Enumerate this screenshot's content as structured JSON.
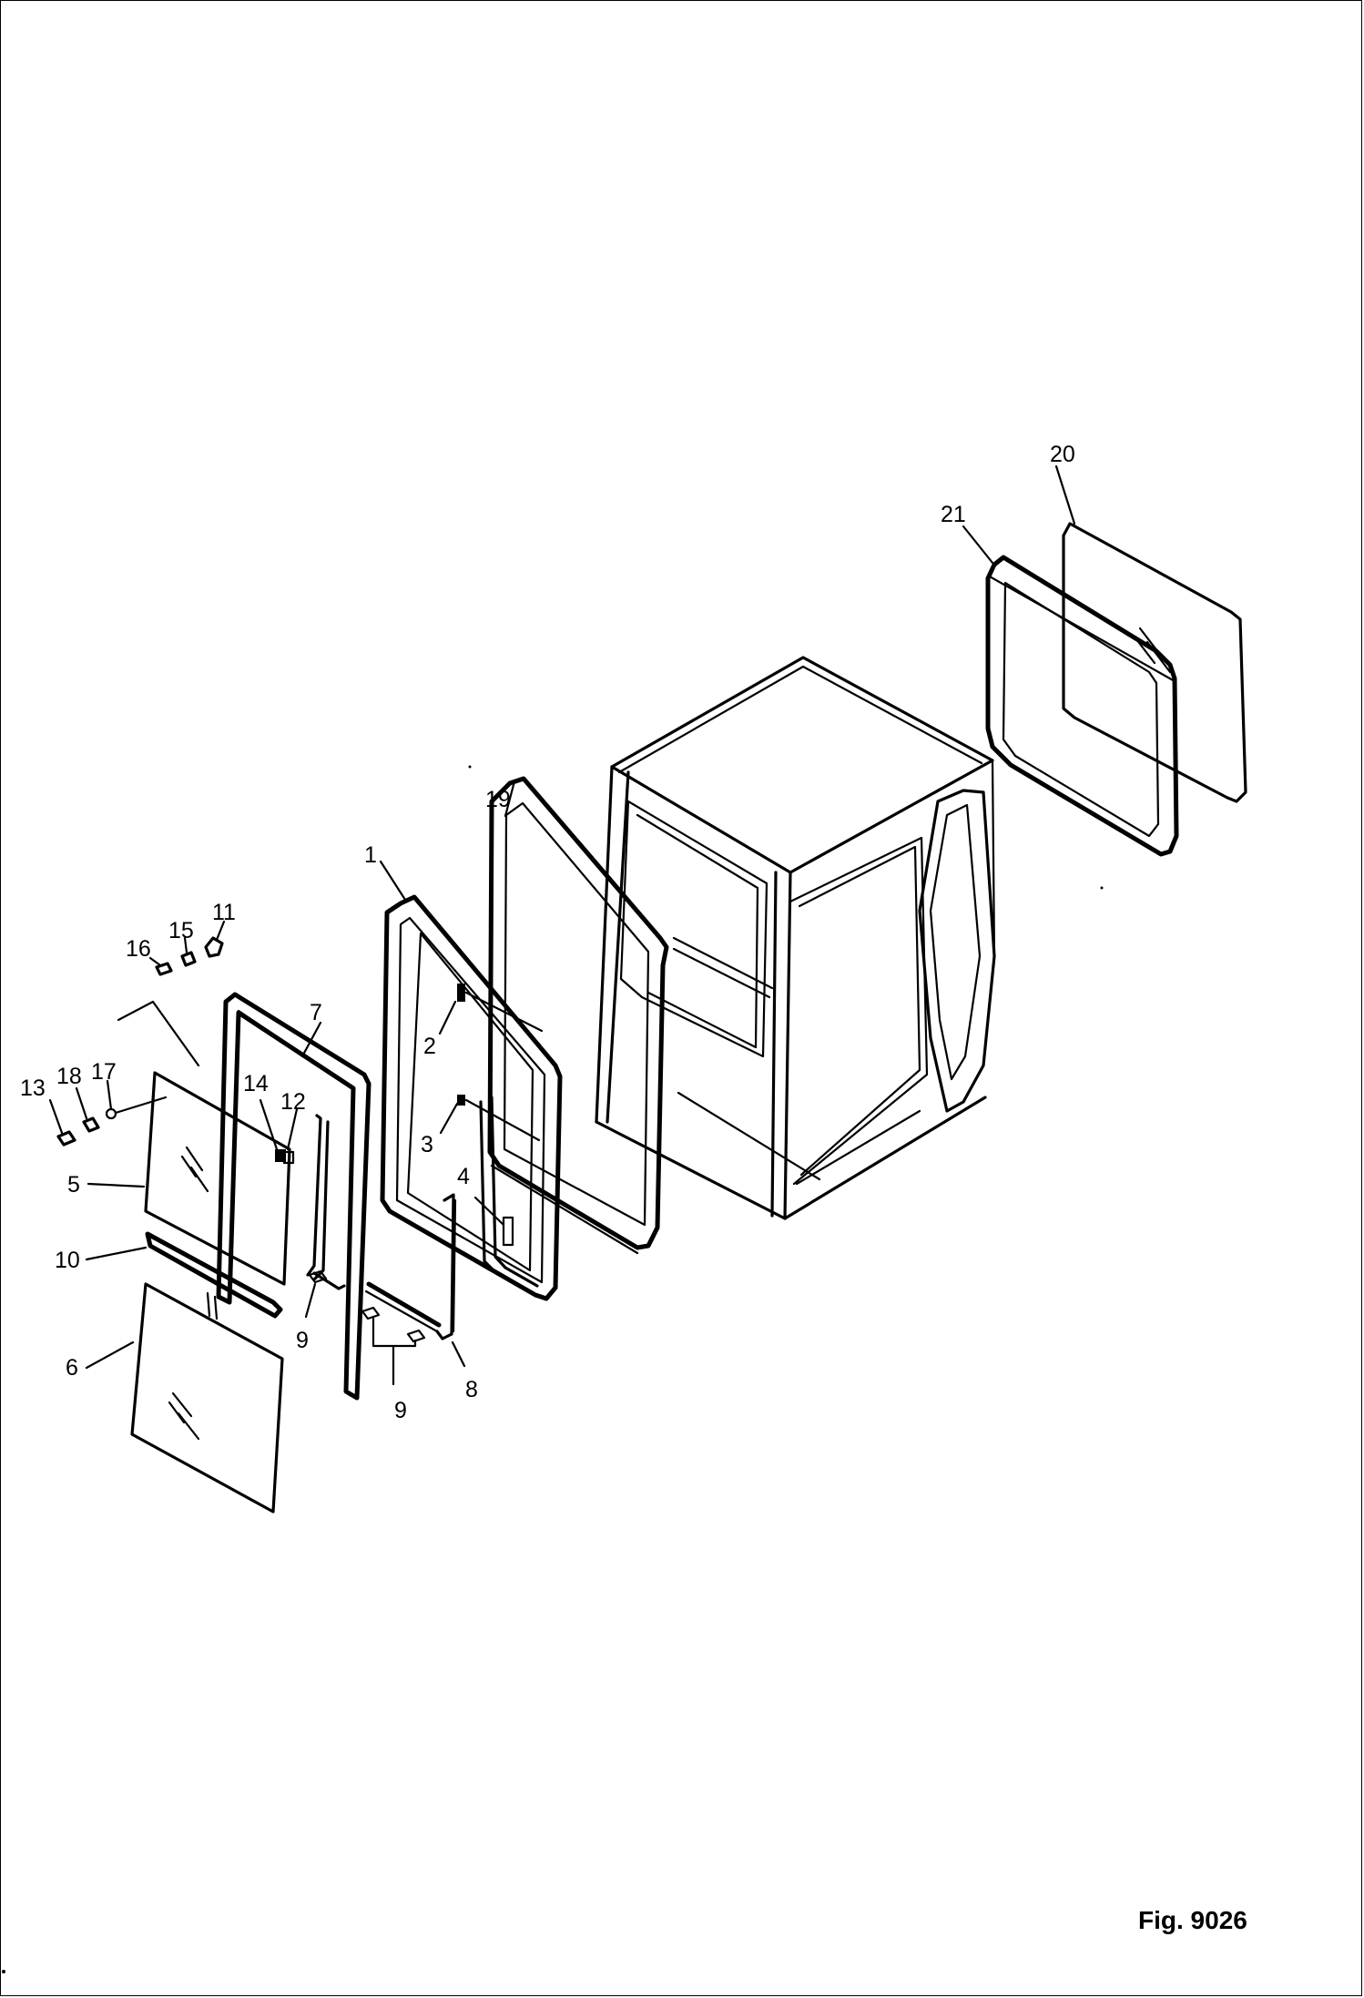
{
  "figure": {
    "caption": "Fig. 9026"
  },
  "callouts": [
    {
      "id": "1",
      "text": "1"
    },
    {
      "id": "2",
      "text": "2"
    },
    {
      "id": "3",
      "text": "3"
    },
    {
      "id": "4",
      "text": "4"
    },
    {
      "id": "5",
      "text": "5"
    },
    {
      "id": "6",
      "text": "6"
    },
    {
      "id": "7",
      "text": "7"
    },
    {
      "id": "8",
      "text": "8"
    },
    {
      "id": "9a",
      "text": "9"
    },
    {
      "id": "9b",
      "text": "9"
    },
    {
      "id": "10",
      "text": "10"
    },
    {
      "id": "11",
      "text": "11"
    },
    {
      "id": "12",
      "text": "12"
    },
    {
      "id": "13",
      "text": "13"
    },
    {
      "id": "14",
      "text": "14"
    },
    {
      "id": "15",
      "text": "15"
    },
    {
      "id": "16",
      "text": "16"
    },
    {
      "id": "17",
      "text": "17"
    },
    {
      "id": "18",
      "text": "18"
    },
    {
      "id": "19",
      "text": "19"
    },
    {
      "id": "20",
      "text": "20"
    },
    {
      "id": "21",
      "text": "21"
    }
  ]
}
